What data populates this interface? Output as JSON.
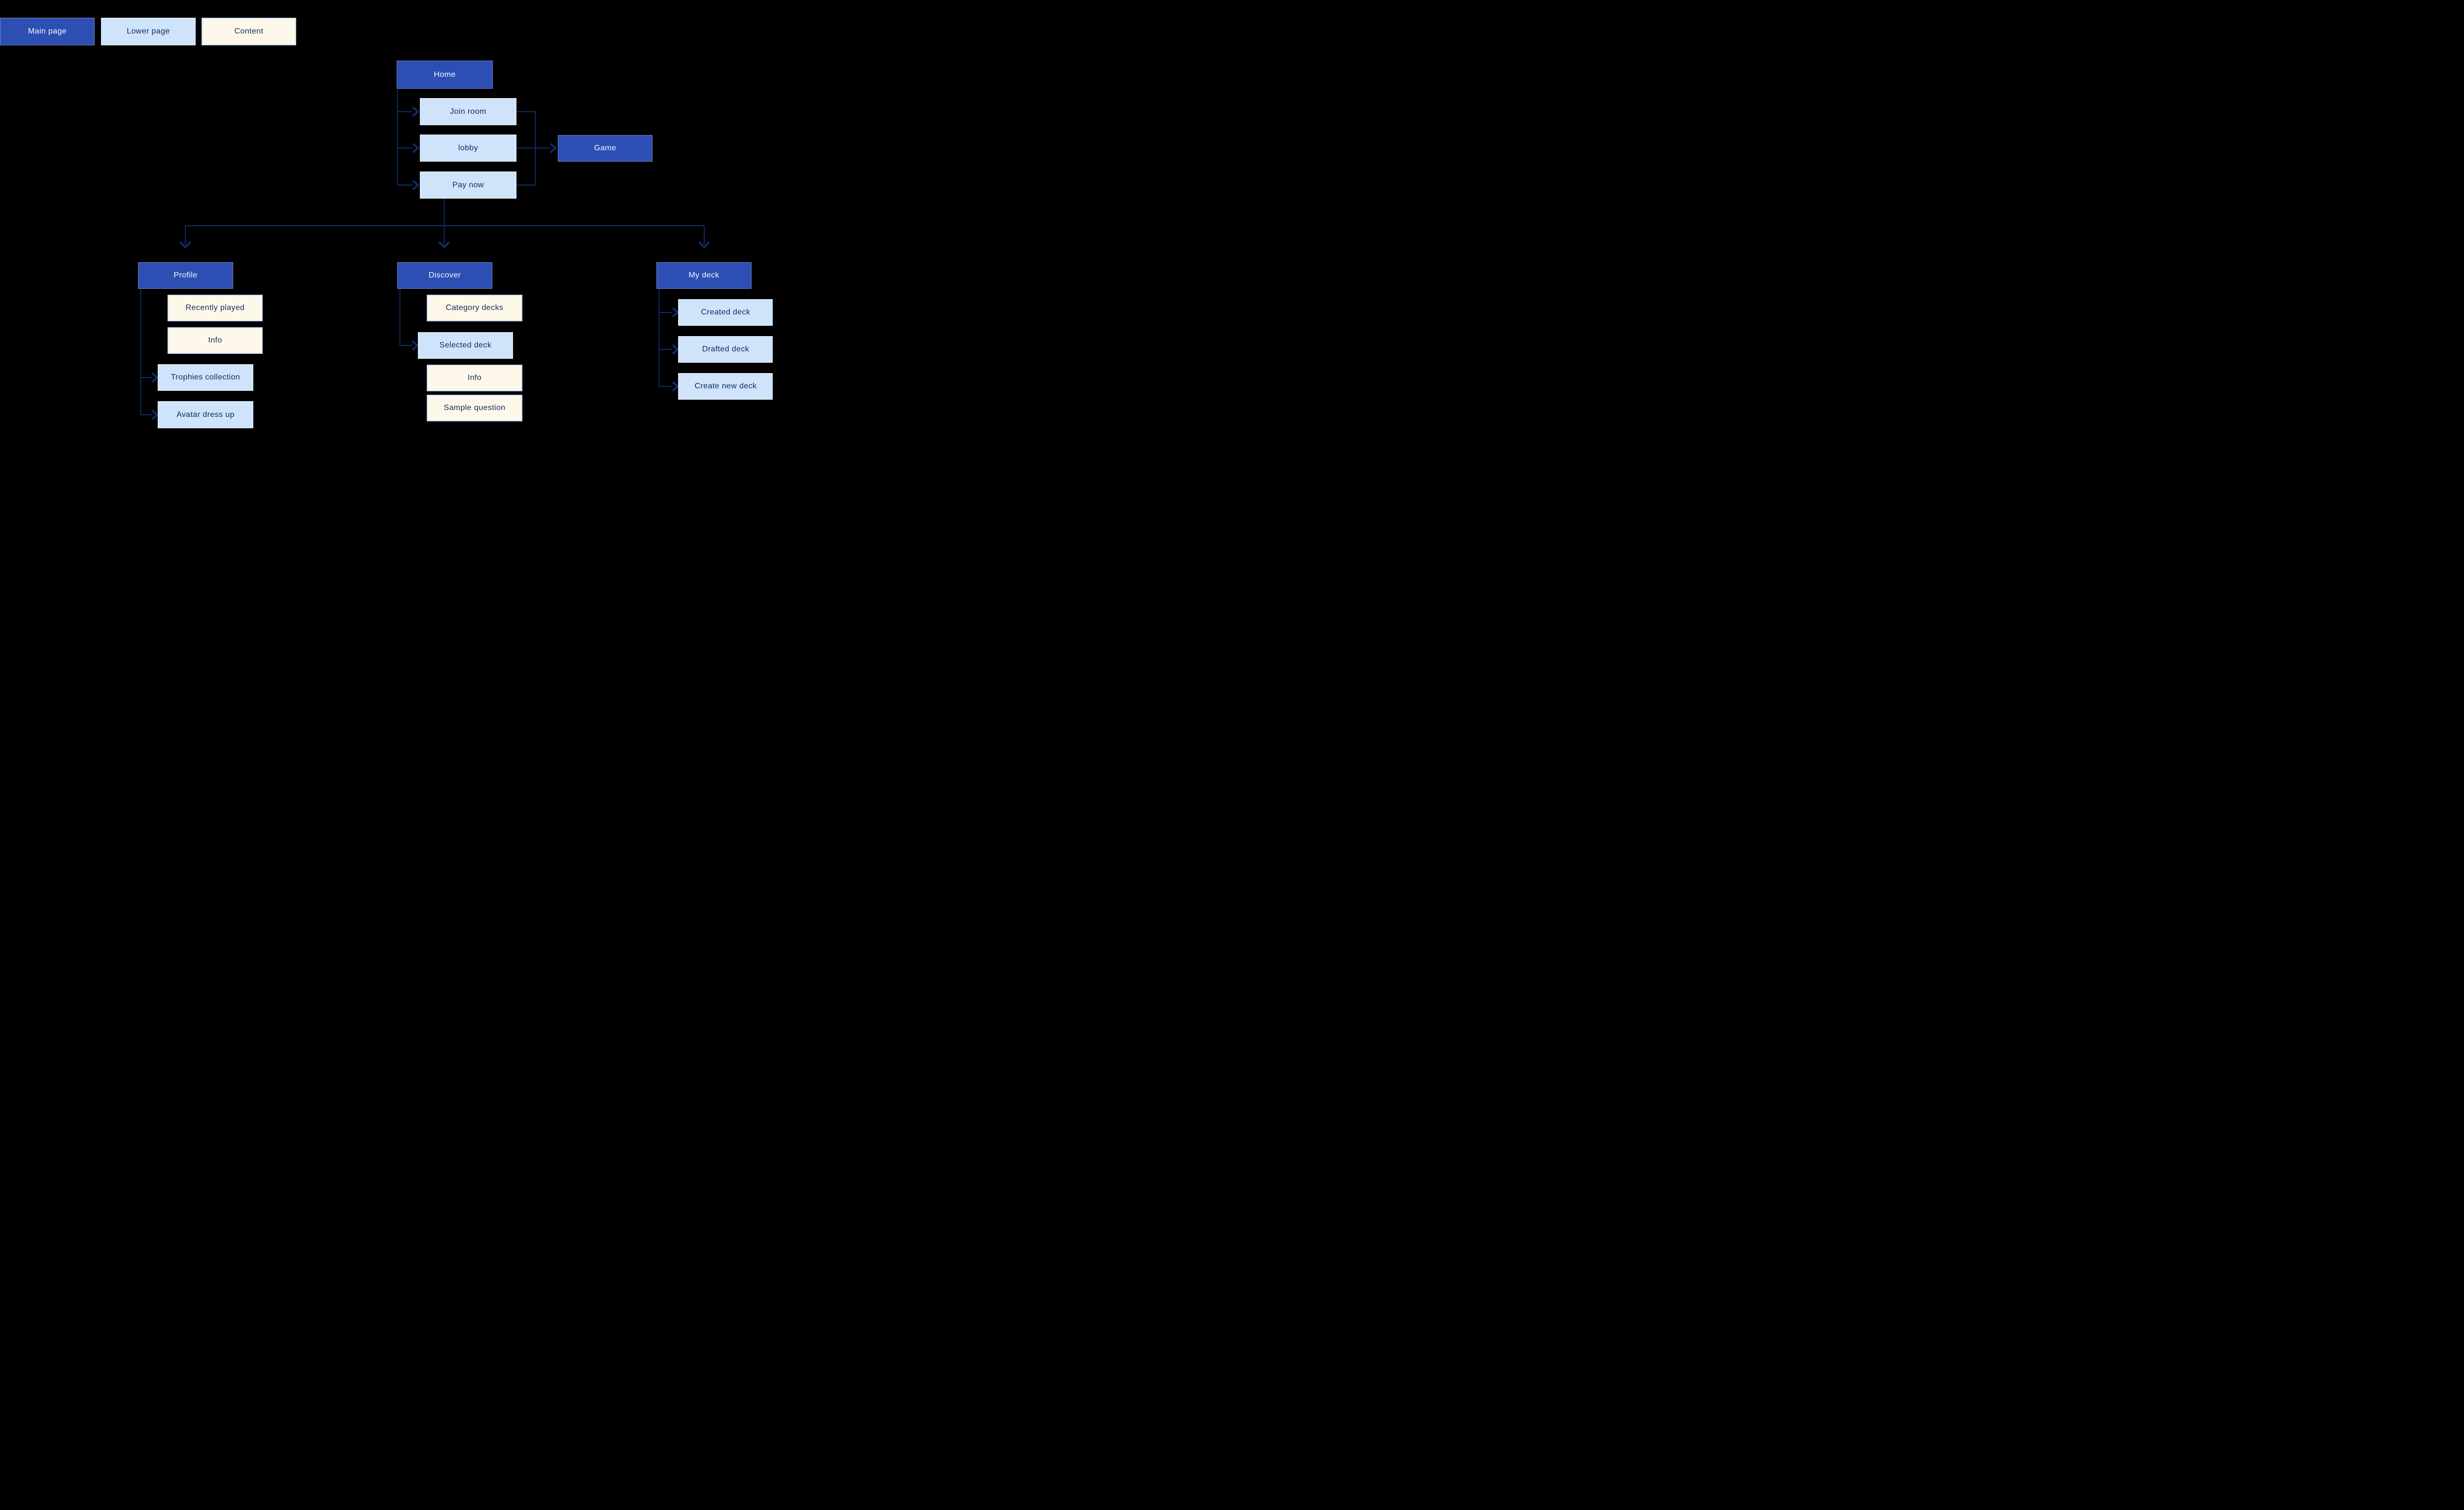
{
  "colors": {
    "background": "#000000",
    "main_page_bg": "#2d4eb3",
    "main_page_text": "#f7f9fd",
    "lower_page_bg": "#cfe4fb",
    "content_bg": "#fdf8ea",
    "content_border": "#c6dcf5",
    "dark_text": "#13295e",
    "connector": "#102e6b"
  },
  "legend": {
    "main_page": "Main page",
    "lower_page": "Lower page",
    "content": "Content"
  },
  "nodes": {
    "home": "Home",
    "join_room": "Join room",
    "lobby": "lobby",
    "pay_now": "Pay now",
    "game": "Game",
    "profile": "Profile",
    "recently_played": "Recently played",
    "profile_info": "Info",
    "trophies_collection": "Trophies collection",
    "avatar_dress_up": "Avatar dress up",
    "discover": "Discover",
    "category_decks": "Category decks",
    "selected_deck": "Selected deck",
    "discover_info": "Info",
    "sample_question": "Sample question",
    "my_deck": "My deck",
    "created_deck": "Created deck",
    "drafted_deck": "Drafted deck",
    "create_new_deck": "Create new deck"
  }
}
